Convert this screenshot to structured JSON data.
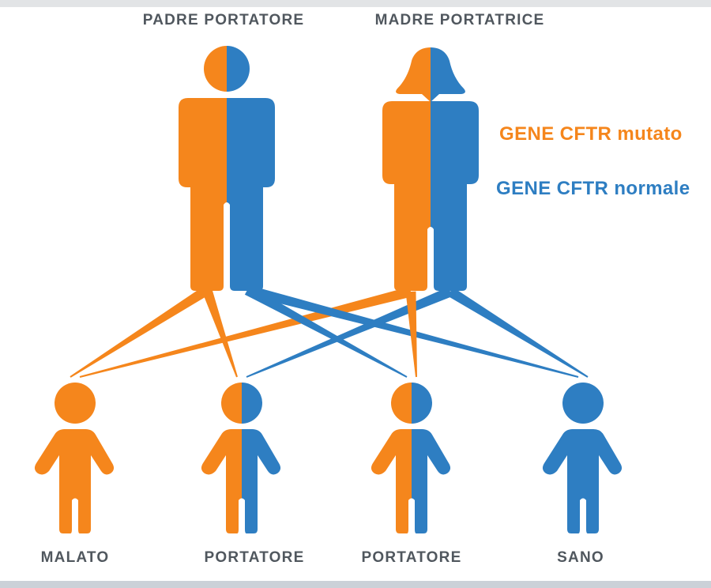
{
  "colors": {
    "mutated": "#F5861C",
    "normal": "#2E7EC2",
    "label": "#50575E",
    "band_top": "#E2E4E6",
    "band_bottom": "#CBD1D8",
    "background": "#FFFFFF"
  },
  "parents": [
    {
      "id": "father",
      "label": "PADRE PORTATORE",
      "sex": "male",
      "left_gene": "mutated",
      "right_gene": "normal"
    },
    {
      "id": "mother",
      "label": "MADRE PORTATRICE",
      "sex": "female",
      "left_gene": "mutated",
      "right_gene": "normal"
    }
  ],
  "children": [
    {
      "id": "child-1",
      "label": "MALATO",
      "left_gene": "mutated",
      "right_gene": "mutated"
    },
    {
      "id": "child-2",
      "label": "PORTATORE",
      "left_gene": "mutated",
      "right_gene": "normal"
    },
    {
      "id": "child-3",
      "label": "PORTATORE",
      "left_gene": "mutated",
      "right_gene": "normal"
    },
    {
      "id": "child-4",
      "label": "SANO",
      "left_gene": "normal",
      "right_gene": "normal"
    }
  ],
  "legend": [
    {
      "label": "GENE CFTR mutato",
      "gene": "mutated"
    },
    {
      "label": "GENE CFTR normale",
      "gene": "normal"
    }
  ],
  "inheritance_links": [
    {
      "from": "father",
      "gene": "mutated",
      "to": "child-1"
    },
    {
      "from": "father",
      "gene": "mutated",
      "to": "child-2"
    },
    {
      "from": "father",
      "gene": "normal",
      "to": "child-3"
    },
    {
      "from": "father",
      "gene": "normal",
      "to": "child-4"
    },
    {
      "from": "mother",
      "gene": "mutated",
      "to": "child-1"
    },
    {
      "from": "mother",
      "gene": "mutated",
      "to": "child-3"
    },
    {
      "from": "mother",
      "gene": "normal",
      "to": "child-2"
    },
    {
      "from": "mother",
      "gene": "normal",
      "to": "child-4"
    }
  ]
}
